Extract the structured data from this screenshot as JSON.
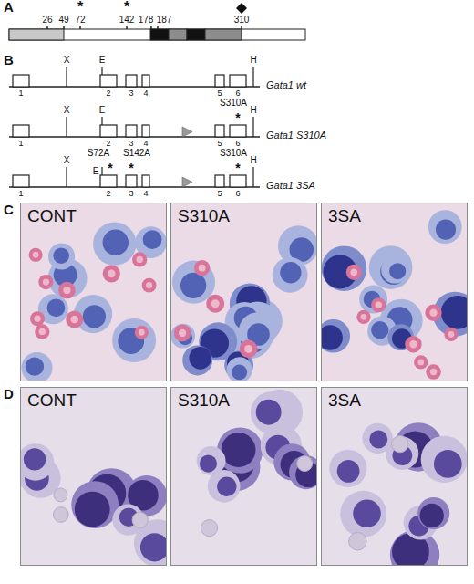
{
  "diagram": {
    "nodes": [
      {
        "text": [
          "CONT"
        ]
      },
      {
        "text": [
          "S310A"
        ]
      },
      {
        "text": [
          "3SA"
        ]
      },
      {
        "text": [
          "CONT"
        ]
      },
      {
        "text": [
          "S310A"
        ]
      },
      {
        "text": [
          "3SA"
        ]
      }
    ],
    "labels": [
      "A",
      "26",
      "49",
      "*",
      "72",
      "*",
      "142",
      "178",
      "187",
      "310",
      "B",
      "X",
      "E",
      "H",
      "1",
      "2",
      "3",
      "4",
      "5",
      "6",
      "Gata1 wt",
      "X",
      "E",
      "H",
      "S310A",
      "*",
      "1",
      "2",
      "3",
      "4",
      "5",
      "6",
      "Gata1 S310A",
      "X",
      "E",
      "H",
      "S72A",
      "*",
      "S142A",
      "*",
      "S310A",
      "*",
      "1",
      "2",
      "3",
      "4",
      "5",
      "6",
      "Gata1 3SA",
      "C",
      "D"
    ]
  }
}
